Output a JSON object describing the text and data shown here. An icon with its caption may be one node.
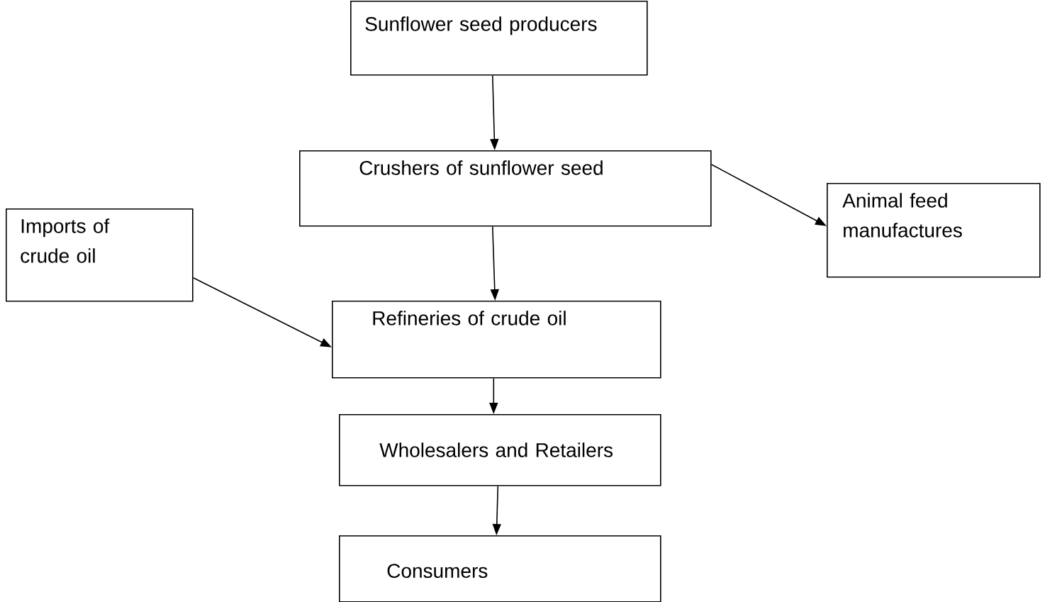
{
  "diagram": {
    "nodes": [
      {
        "text": [
          "Sunflower seed producers"
        ]
      },
      {
        "text": [
          "Crushers of sunflower seed"
        ]
      },
      {
        "text": [
          "Animal feed manufactures"
        ]
      },
      {
        "text": [
          "Imports of crude oil"
        ]
      },
      {
        "text": [
          "Refineries of crude oil"
        ]
      },
      {
        "text": [
          "Wholesalers and Retailers"
        ]
      },
      {
        "text": [
          "Consumers"
        ]
      }
    ],
    "edges": [
      {
        "from": 0,
        "to": 1,
        "arrow": "to"
      },
      {
        "from": 1,
        "to": 2,
        "arrow": "to"
      },
      {
        "from": 1,
        "to": 4,
        "arrow": "to"
      },
      {
        "from": 3,
        "to": 4,
        "arrow": "to"
      },
      {
        "from": 4,
        "to": 5,
        "arrow": "to"
      },
      {
        "from": 5,
        "to": 6,
        "arrow": "to"
      }
    ]
  }
}
